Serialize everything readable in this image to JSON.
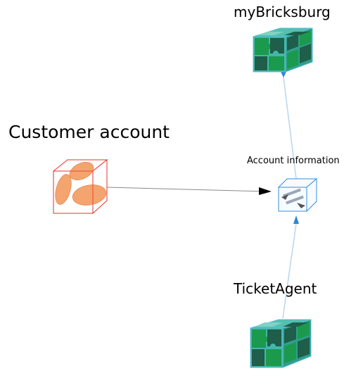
{
  "nodes": {
    "customer_account": {
      "label": "Customer account",
      "icon": "customer-cube-icon"
    },
    "account_information": {
      "label": "Account information",
      "icon": "information-cube-icon"
    },
    "my_bricksburg": {
      "label": "myBricksburg",
      "icon": "puzzle-cube-icon"
    },
    "ticket_agent": {
      "label": "TicketAgent",
      "icon": "puzzle-cube-icon"
    }
  },
  "colors": {
    "customer_cube_edge": "#e8312d",
    "customer_cube_fill": "#f4a46e",
    "app_cube_edge": "#5bb8d8",
    "puzzle_dark": "#1e5e4a",
    "puzzle_green": "#1b9a4d",
    "puzzle_teal": "#43b7a7",
    "info_cube_edge": "#3a8fd8",
    "link_black": "#000000",
    "link_blue": "#2e86d4",
    "link_line_light": "#bcd8ee"
  }
}
